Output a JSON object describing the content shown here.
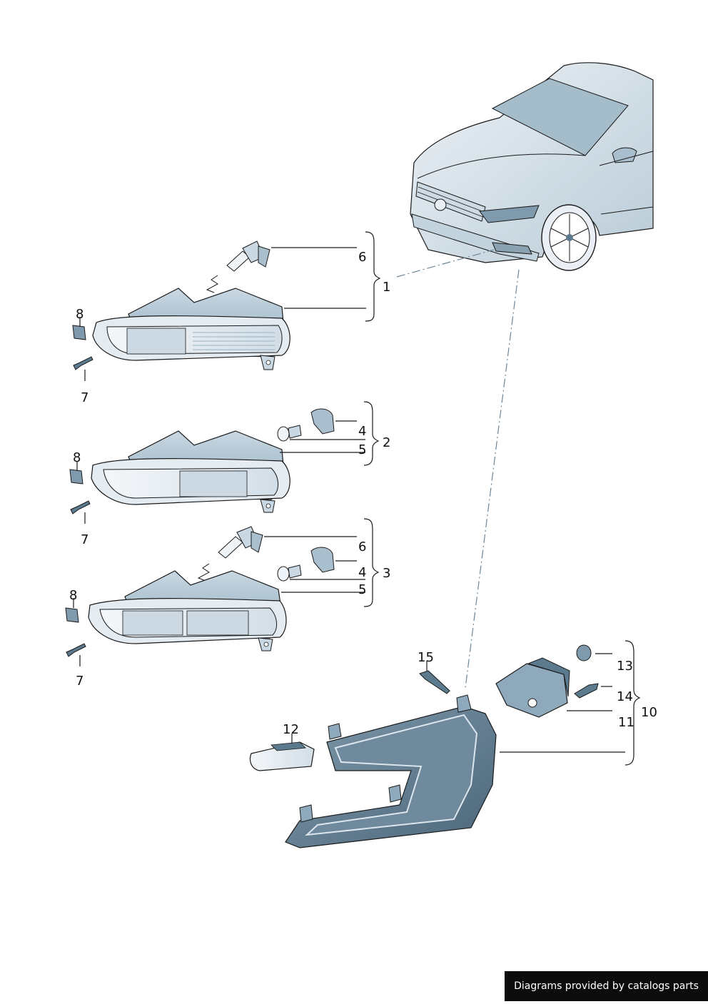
{
  "diagram": {
    "callouts": {
      "c1": "1",
      "c2": "2",
      "c3": "3",
      "c4a": "4",
      "c4b": "4",
      "c5a": "5",
      "c5b": "5",
      "c6a": "6",
      "c6b": "6",
      "c7a": "7",
      "c7b": "7",
      "c7c": "7",
      "c8a": "8",
      "c8b": "8",
      "c8c": "8",
      "c10": "10",
      "c11": "11",
      "c12": "12",
      "c13": "13",
      "c14": "14",
      "c15": "15"
    }
  },
  "footer": {
    "credit": "Diagrams provided by catalogs parts"
  },
  "colors": {
    "line": "#1a1a1a",
    "part_light": "#dbe6ee",
    "part_mid": "#a9bfcd",
    "part_dark": "#5c7a8e",
    "leader_dash": "#6d8698"
  }
}
